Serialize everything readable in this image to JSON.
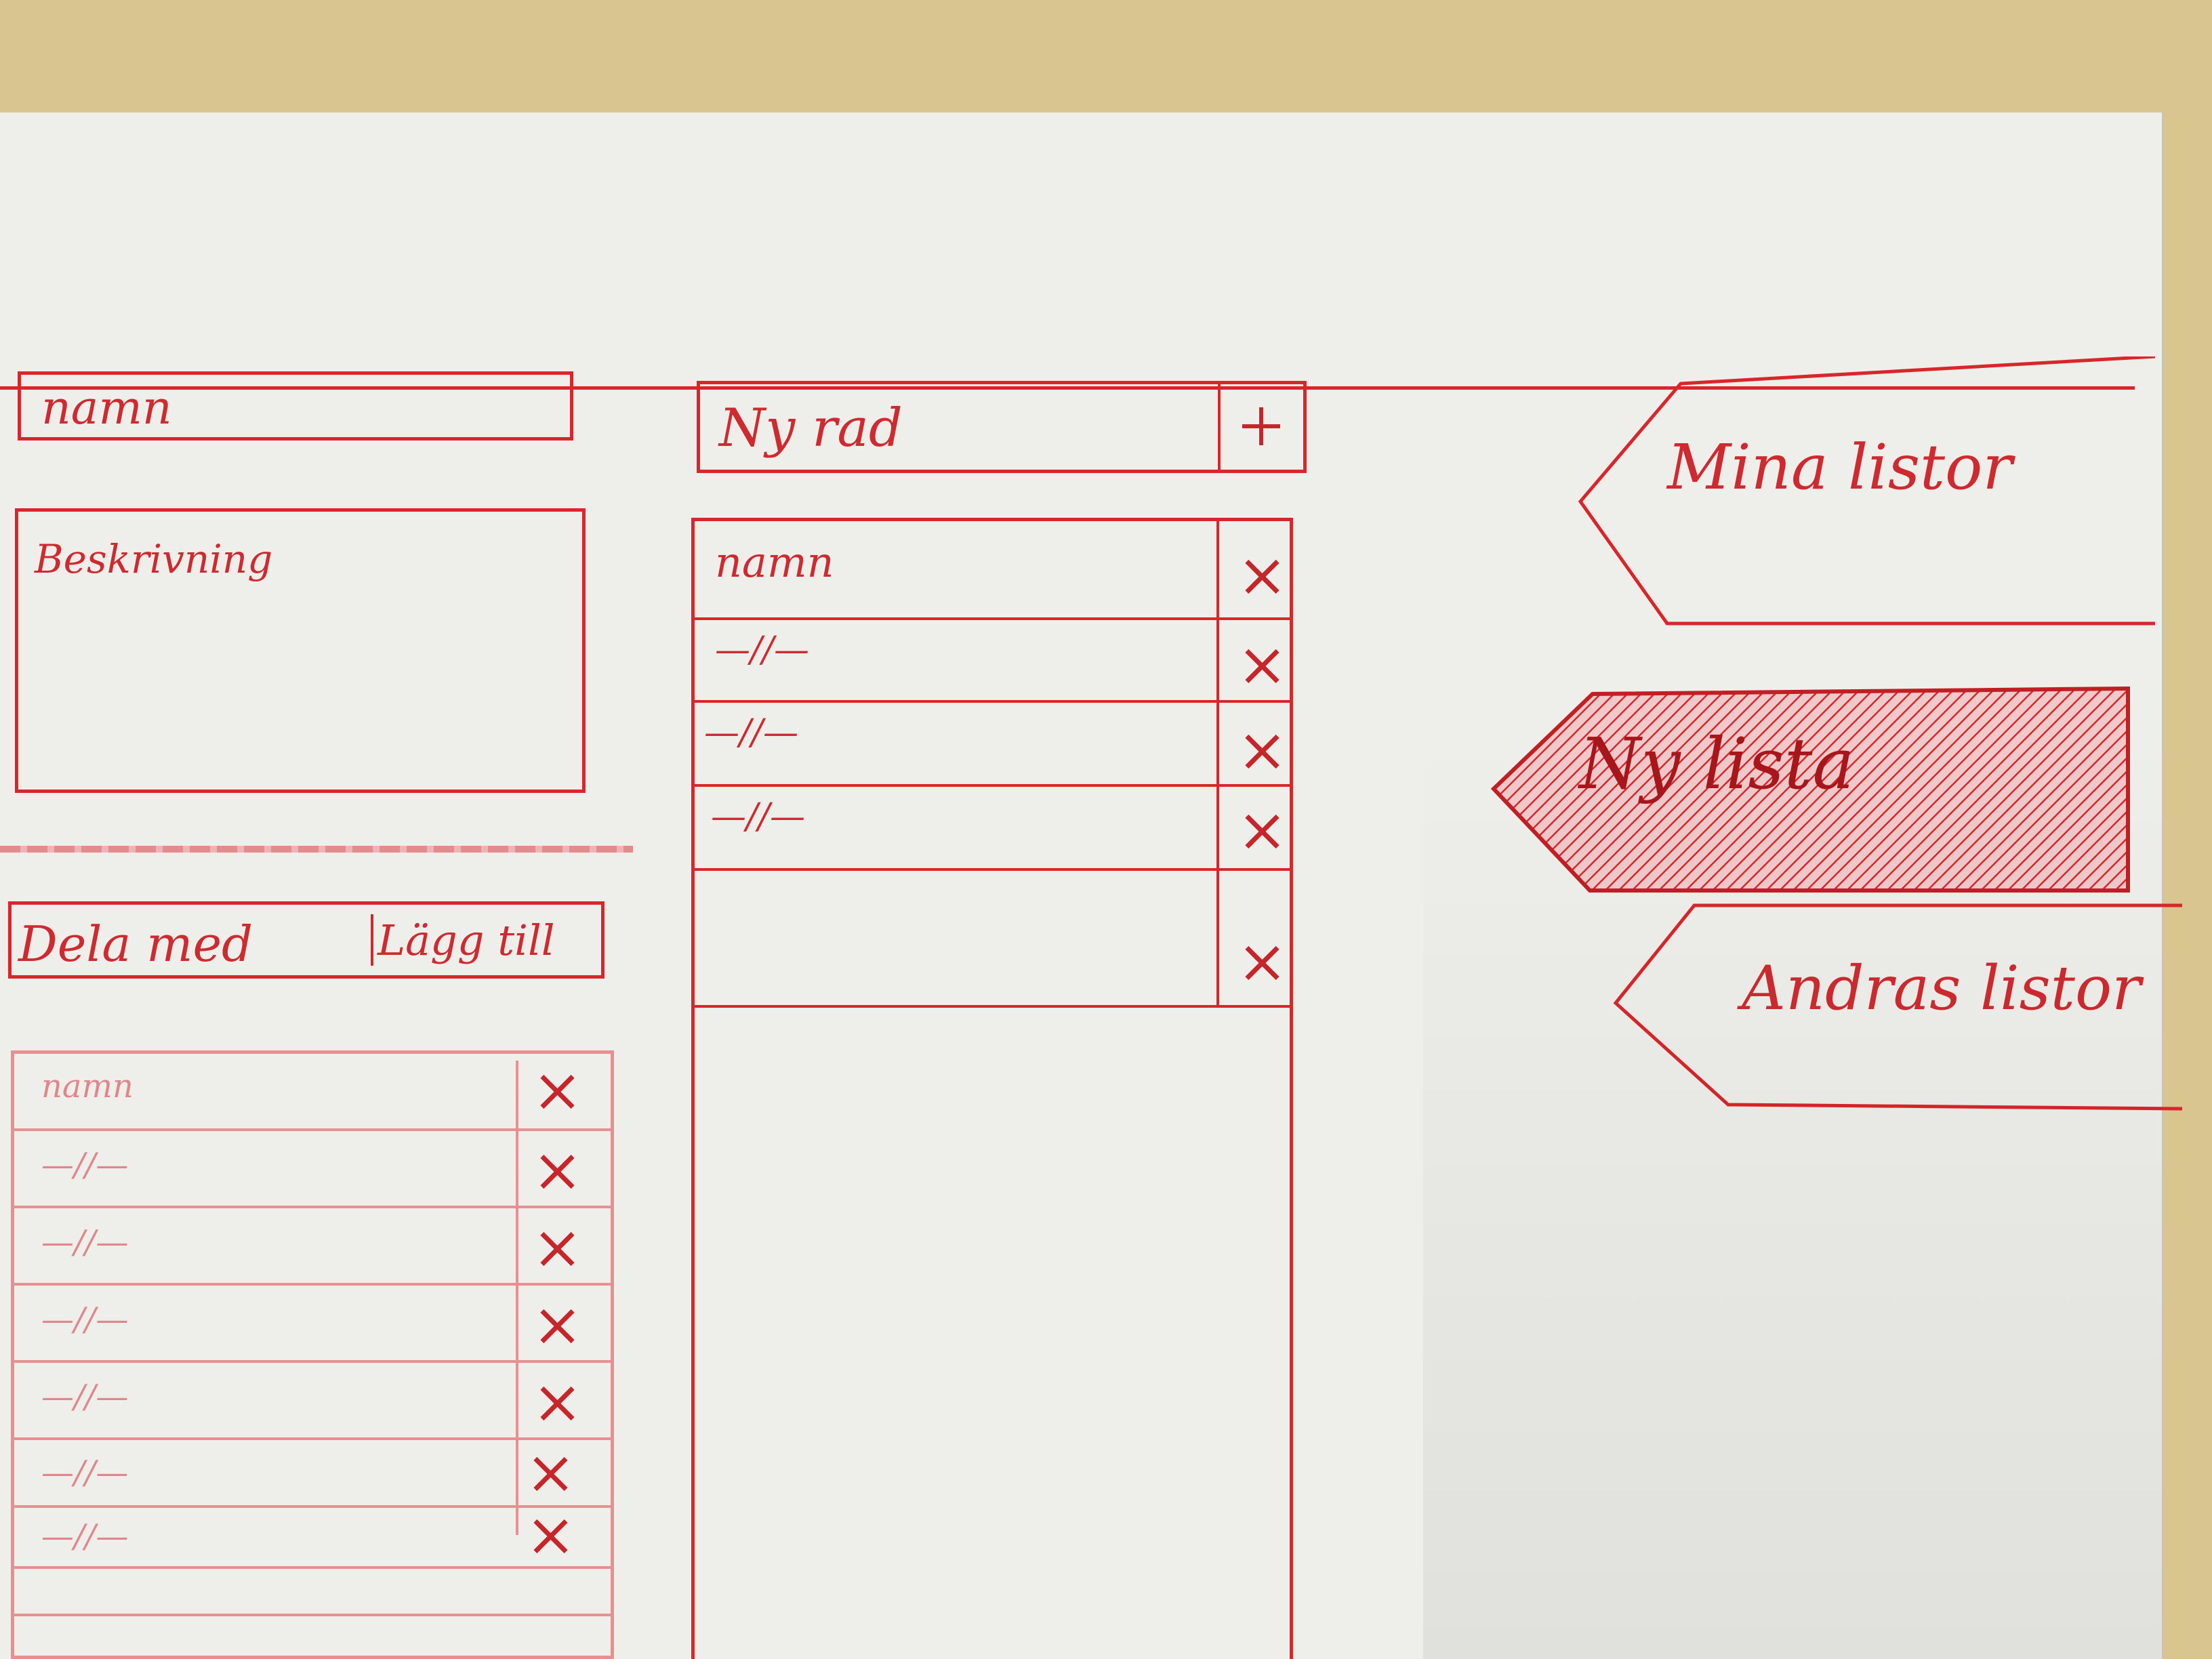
{
  "form": {
    "name_field": "namn",
    "description_field": "Beskrivning"
  },
  "share": {
    "label": "Dela med",
    "add_button": "Lägg till",
    "list": [
      {
        "text": "namn"
      },
      {
        "text": "—//—"
      },
      {
        "text": "—//—"
      },
      {
        "text": "—//—"
      },
      {
        "text": "—//—"
      },
      {
        "text": "—//—"
      },
      {
        "text": "—//—"
      }
    ]
  },
  "rows": {
    "new_row_field": "Ny rad",
    "items": [
      {
        "text": "namn"
      },
      {
        "text": "—//—"
      },
      {
        "text": "—//—"
      },
      {
        "text": "—//—"
      }
    ]
  },
  "nav": {
    "my_lists": "Mina listor",
    "new_list": "Ny lista",
    "others_lists": "Andras listor"
  },
  "colors": {
    "ink": "#d8262a",
    "paper": "#eeeeea",
    "desk": "#d9c58f"
  }
}
